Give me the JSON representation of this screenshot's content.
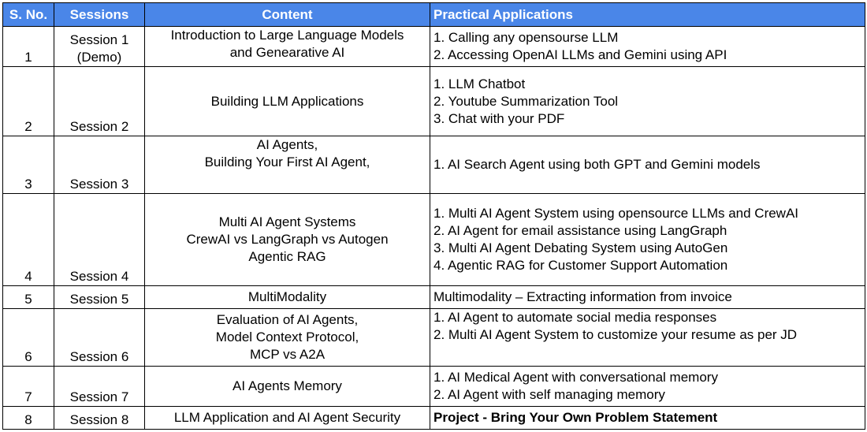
{
  "headers": {
    "sno": "S. No.",
    "sessions": "Sessions",
    "content": "Content",
    "practical": "Practical Applications"
  },
  "rows": [
    {
      "sno": "1",
      "session": [
        "Session 1",
        "(Demo)"
      ],
      "content": [
        "Introduction to Large Language Models",
        "and Genearative AI"
      ],
      "practical": [
        "1. Calling any opensourse LLM",
        "2. Accessing OpenAI LLMs and Gemini using API"
      ]
    },
    {
      "sno": "2",
      "session": [
        "Session 2"
      ],
      "content": [
        "Building LLM Applications"
      ],
      "practical": [
        "1. LLM Chatbot",
        "2. Youtube Summarization Tool",
        "3. Chat with your PDF"
      ]
    },
    {
      "sno": "3",
      "session": [
        "Session 3"
      ],
      "content": [
        "AI Agents,",
        "Building Your First AI Agent,"
      ],
      "practical": [
        "1. AI Search Agent using both GPT and Gemini models"
      ]
    },
    {
      "sno": "4",
      "session": [
        "Session 4"
      ],
      "content": [
        "Multi AI Agent Systems",
        "CrewAI vs LangGraph vs Autogen",
        "Agentic RAG"
      ],
      "practical": [
        "1. Multi AI Agent System using opensource LLMs and CrewAI",
        "2. AI Agent for email assistance using LangGraph",
        "3. Multi AI Agent Debating System using AutoGen",
        "4. Agentic RAG for Customer Support Automation"
      ]
    },
    {
      "sno": "5",
      "session": [
        "Session 5"
      ],
      "content": [
        "MultiModality"
      ],
      "practical": [
        "Multimodality – Extracting information from invoice"
      ]
    },
    {
      "sno": "6",
      "session": [
        "Session 6"
      ],
      "content": [
        "Evaluation of AI Agents,",
        "Model Context Protocol,",
        "MCP vs A2A"
      ],
      "practical": [
        "1. AI Agent to automate social media responses",
        "2. Multi AI Agent System to customize your resume as per JD"
      ]
    },
    {
      "sno": "7",
      "session": [
        "Session 7"
      ],
      "content": [
        "AI Agents Memory"
      ],
      "practical": [
        "1. AI Medical Agent with conversational memory",
        "2. AI Agent with self managing memory"
      ]
    },
    {
      "sno": "8",
      "session": [
        "Session 8"
      ],
      "content": [
        "LLM Application and AI Agent Security"
      ],
      "practical": [
        "Project - Bring Your Own Problem Statement"
      ]
    }
  ]
}
